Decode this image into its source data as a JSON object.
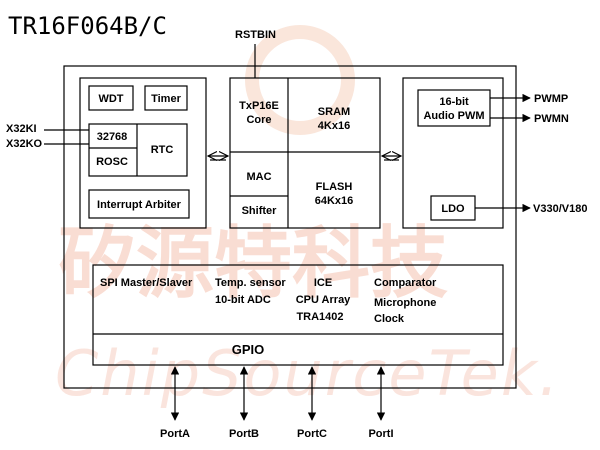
{
  "title": "TR16F064B/C",
  "watermark": {
    "chinese": "矽源特科技",
    "english": "ChipSourceTek."
  },
  "left_block": {
    "wdt": "WDT",
    "timer": "Timer",
    "osc": "32768",
    "rosc": "ROSC",
    "rtc": "RTC",
    "interrupt": "Interrupt Arbiter"
  },
  "core_block": {
    "core_line1": "TxP16E",
    "core_line2": "Core",
    "sram_line1": "SRAM",
    "sram_line2": "4Kx16",
    "mac": "MAC",
    "shifter": "Shifter",
    "flash_line1": "FLASH",
    "flash_line2": "64Kx16"
  },
  "right_block": {
    "pwm_line1": "16-bit",
    "pwm_line2": "Audio PWM",
    "ldo": "LDO"
  },
  "peripherals": {
    "spi": "SPI Master/Slaver",
    "temp": "Temp. sensor",
    "adc": "10-bit ADC",
    "ice": "ICE",
    "cpu_array": "CPU Array",
    "tra": "TRA1402",
    "comparator": "Comparator",
    "microphone": "Microphone",
    "clock": "Clock",
    "gpio": "GPIO"
  },
  "signals": {
    "rstbin": "RSTBIN",
    "x32ki": "X32KI",
    "x32ko": "X32KO",
    "pwmp": "PWMP",
    "pwmn": "PWMN",
    "v330": "V330/V180",
    "porta": "PortA",
    "portb": "PortB",
    "portc": "PortC",
    "porti": "PortI"
  }
}
